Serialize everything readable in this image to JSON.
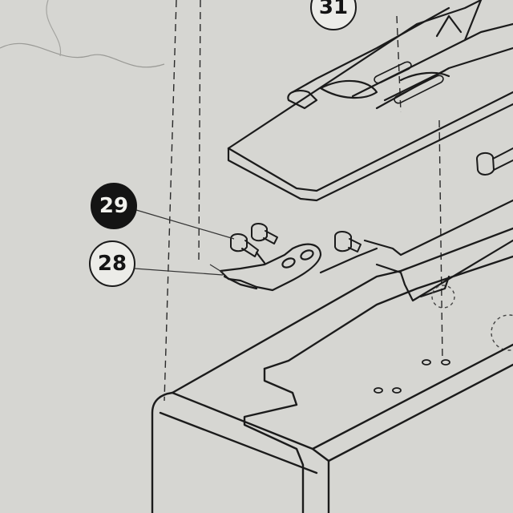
{
  "diagram": {
    "callouts": [
      {
        "id": "31",
        "label": "31",
        "style": "open"
      },
      {
        "id": "29",
        "label": "29",
        "style": "filled"
      },
      {
        "id": "28",
        "label": "28",
        "style": "open"
      }
    ],
    "colors": {
      "paper": "#d6d6d2",
      "ink": "#1b1b1b",
      "filled_callout": "#141414"
    }
  }
}
